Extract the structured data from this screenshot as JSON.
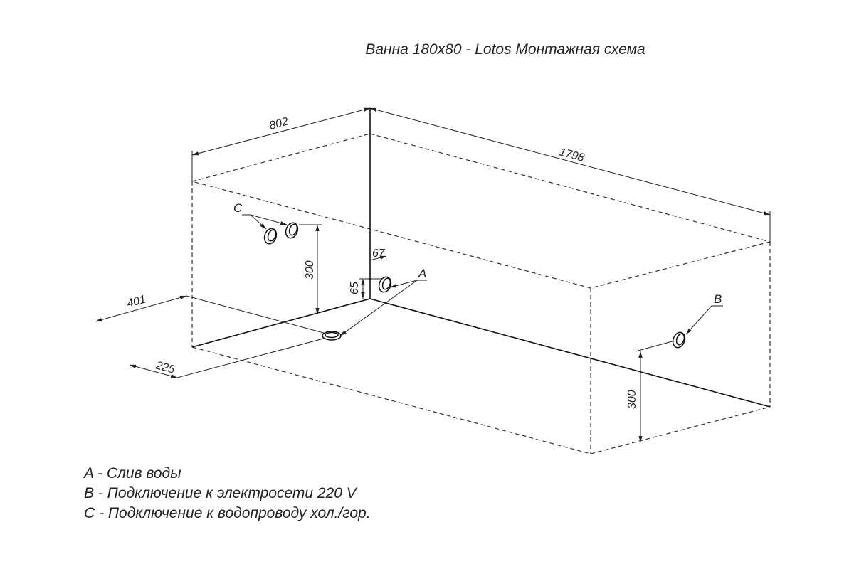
{
  "title": "Ванна 180x80 - Lotos Монтажная схема",
  "dimensions": {
    "width": "802",
    "length": "1798",
    "c_height": "300",
    "b_height": "300",
    "a_side": "67",
    "a_height": "65",
    "drain_offset_long": "401",
    "drain_offset_short": "225"
  },
  "labels": {
    "a": "A",
    "b": "B",
    "c": "C"
  },
  "legend": [
    "A - Слив воды",
    "B - Подключение к электросети 220 V",
    "C - Подключение к водопроводу хол./гор."
  ]
}
